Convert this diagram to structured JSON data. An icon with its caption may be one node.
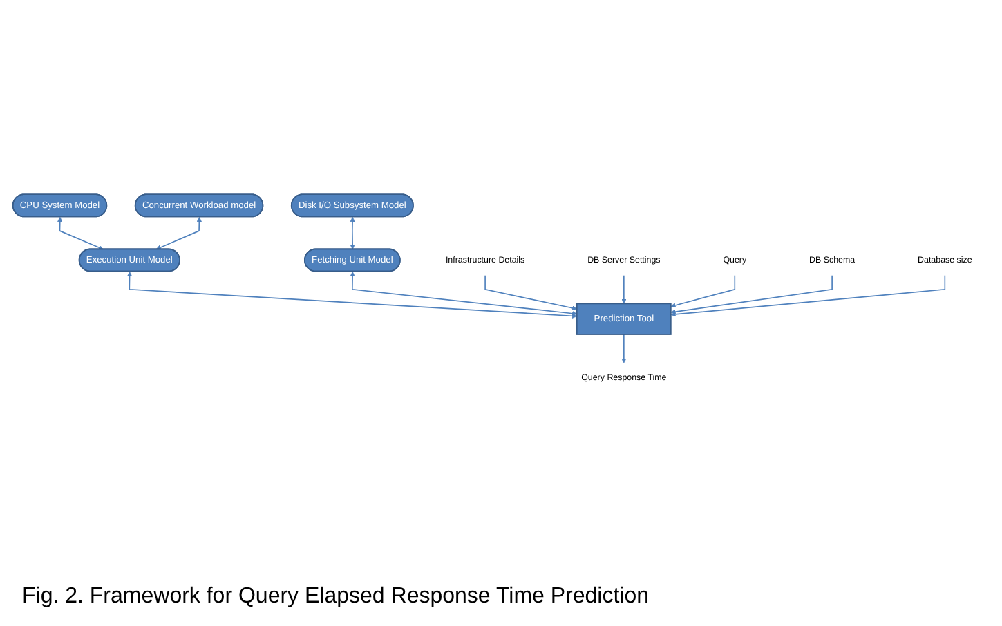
{
  "diagram": {
    "caption": "Fig. 2. Framework for Query Elapsed Response Time Prediction",
    "nodes": [
      {
        "text": [
          "CPU System Model"
        ]
      },
      {
        "text": [
          "Concurrent Workload model"
        ]
      },
      {
        "text": [
          "Disk I/O Subsystem Model"
        ]
      },
      {
        "text": [
          "Execution Unit Model"
        ]
      },
      {
        "text": [
          "Fetching Unit Model"
        ]
      },
      {
        "text": [
          "Infrastructure Details"
        ]
      },
      {
        "text": [
          "DB Server Settings"
        ]
      },
      {
        "text": [
          "Query"
        ]
      },
      {
        "text": [
          "DB Schema"
        ]
      },
      {
        "text": [
          "Database size"
        ]
      },
      {
        "text": [
          "Prediction Tool"
        ]
      },
      {
        "text": [
          "Query Response Time"
        ]
      }
    ],
    "edges": [
      {
        "from": 0,
        "to": 3,
        "arrow": "both"
      },
      {
        "from": 1,
        "to": 3,
        "arrow": "both"
      },
      {
        "from": 2,
        "to": 4,
        "arrow": "both"
      },
      {
        "from": 3,
        "to": 10,
        "arrow": "both"
      },
      {
        "from": 4,
        "to": 10,
        "arrow": "both"
      },
      {
        "from": 5,
        "to": 10,
        "arrow": "to"
      },
      {
        "from": 6,
        "to": 10,
        "arrow": "to"
      },
      {
        "from": 7,
        "to": 10,
        "arrow": "to"
      },
      {
        "from": 8,
        "to": 10,
        "arrow": "to"
      },
      {
        "from": 9,
        "to": 10,
        "arrow": "to"
      },
      {
        "from": 10,
        "to": 11,
        "arrow": "to"
      }
    ]
  }
}
